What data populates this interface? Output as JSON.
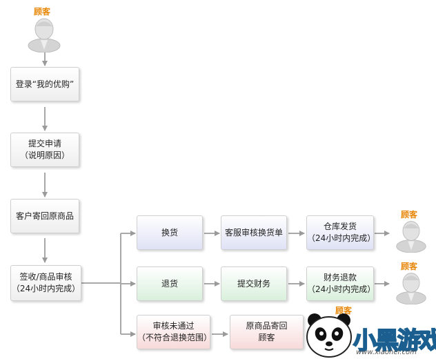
{
  "customer_label": "顾客",
  "nodes": {
    "login": "登录“我的优购”",
    "submit_line1": "提交申请",
    "submit_line2": "（说明原因）",
    "ship_back": "客户寄回原商品",
    "receive_line1": "签收/商品审核",
    "receive_line2": "（24小时内完成）",
    "exchange": "换货",
    "cs_review": "客服审核换货单",
    "warehouse_line1": "仓库发货",
    "warehouse_line2": "（24小时内完成）",
    "refund": "退货",
    "finance": "提交财务",
    "refund_pay_line1": "财务退款",
    "refund_pay_line2": "（24小时内完成）",
    "fail_line1": "审核未通过",
    "fail_line2": "（不符合退换范围）",
    "return_orig_line1": "原商品寄回",
    "return_orig_line2": "顾客"
  },
  "watermark": {
    "brand": "小黑游戏",
    "url": "www.xiaohei.com"
  },
  "colors": {
    "label": "#e8890c",
    "arrow": "#9a9a9a"
  }
}
